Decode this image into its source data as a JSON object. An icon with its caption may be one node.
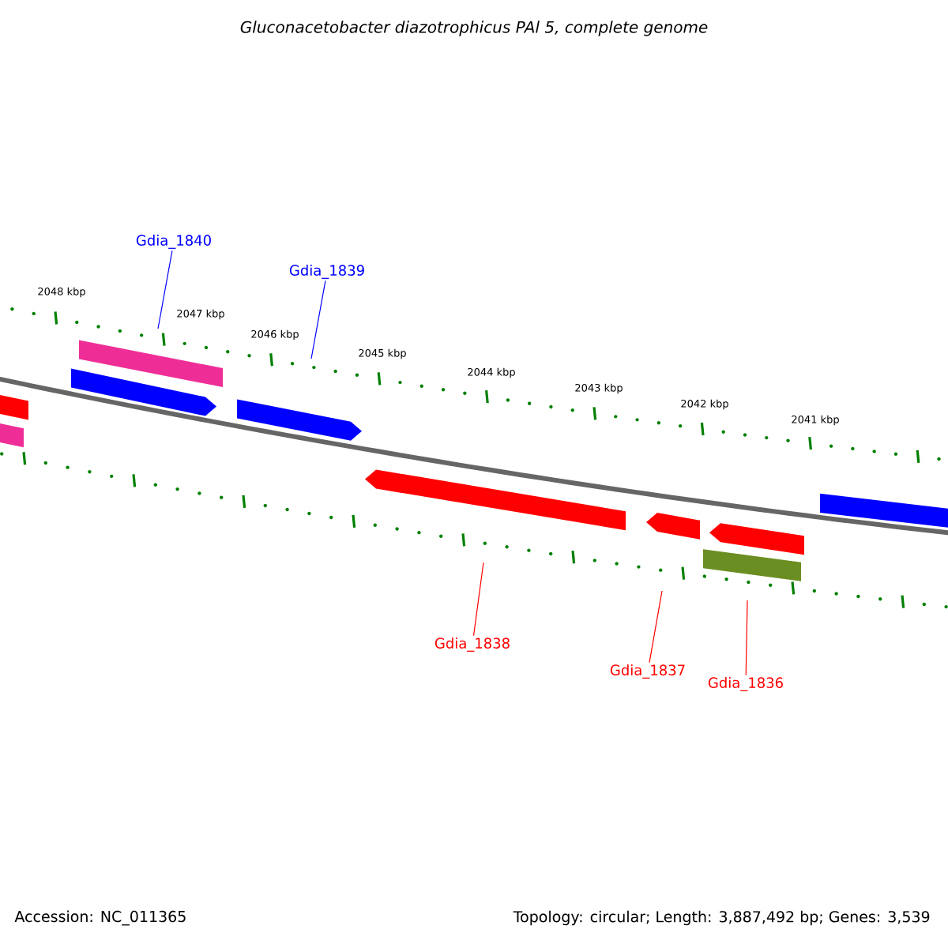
{
  "diagram": {
    "title": "Gluconacetobacter diazotrophicus PAl 5, complete genome",
    "nodes": [
      {
        "text": [
          "Gdia_1840"
        ]
      },
      {
        "text": [
          "Gdia_1839"
        ]
      },
      {
        "text": [
          "Gdia_1838"
        ]
      },
      {
        "text": [
          "Gdia_1837"
        ]
      },
      {
        "text": [
          "Gdia_1836"
        ]
      }
    ],
    "edges": [
      {
        "from": 0,
        "to": null,
        "arrow": "none",
        "color": "#0000ff"
      },
      {
        "from": 1,
        "to": null,
        "arrow": "none",
        "color": "#0000ff"
      },
      {
        "from": 2,
        "to": null,
        "arrow": "none",
        "color": "#ff0000"
      },
      {
        "from": 3,
        "to": null,
        "arrow": "none",
        "color": "#ff0000"
      },
      {
        "from": 4,
        "to": null,
        "arrow": "none",
        "color": "#ff0000"
      }
    ],
    "labels": [
      "2048 kbp",
      "2047 kbp",
      "2046 kbp",
      "2045 kbp",
      "2044 kbp",
      "2043 kbp",
      "2042 kbp",
      "2041 kbp",
      "Accession: NC_011365",
      "Topology: circular; Length: 3,887,492 bp; Genes: 3,539"
    ]
  }
}
